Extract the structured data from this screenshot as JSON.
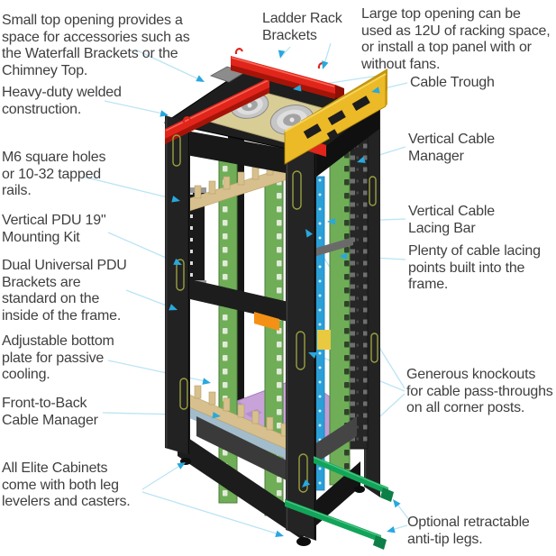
{
  "labels": {
    "small_top_opening": "Small top opening provides a\nspace for accessories such as\nthe Waterfall Brackets or the\nChimney Top.",
    "heavy_duty": "Heavy-duty welded\nconstruction.",
    "m6_holes": "M6 square holes\nor 10-32 tapped\nrails.",
    "vertical_pdu": "Vertical PDU 19\"\nMounting Kit",
    "dual_pdu": "Dual Universal PDU\nBrackets are\nstandard on the\ninside of the frame.",
    "adjustable_plate": "Adjustable bottom\nplate for passive\ncooling.",
    "front_to_back": "Front-to-Back\nCable Manager",
    "leg_levelers": "All Elite Cabinets\ncome with both leg\nlevelers and casters.",
    "ladder_rack": "Ladder Rack\nBrackets",
    "large_top": "Large top opening can be\nused as 12U of racking space,\nor install a top panel with or\nwithout fans.",
    "cable_trough": "Cable Trough",
    "vertical_cable_manager": "Vertical Cable\nManager",
    "lacing_bar": "Vertical Cable\nLacing Bar",
    "lacing_points": "Plenty of cable lacing\npoints built into the\nframe.",
    "knockouts": "Generous knockouts\nfor cable pass-throughs\non all corner posts.",
    "anti_tip": "Optional retractable\nanti-tip legs."
  },
  "colors": {
    "text": "#3f3f3f",
    "leader_line": "#b7e3f4",
    "arrow": "#29a8dd",
    "frame_black": "#1e1e1e",
    "bracket_red": "#e1251b",
    "trough_yellow": "#ecba27",
    "top_panel_tan": "#d9cd96",
    "rail_green": "#6fae57",
    "lacing_blue": "#2a9fd8",
    "plate_purple": "#c7a3d9",
    "fingers_tan": "#d7c08d",
    "leg_green": "#12a458",
    "accent_orange": "#f49115"
  }
}
